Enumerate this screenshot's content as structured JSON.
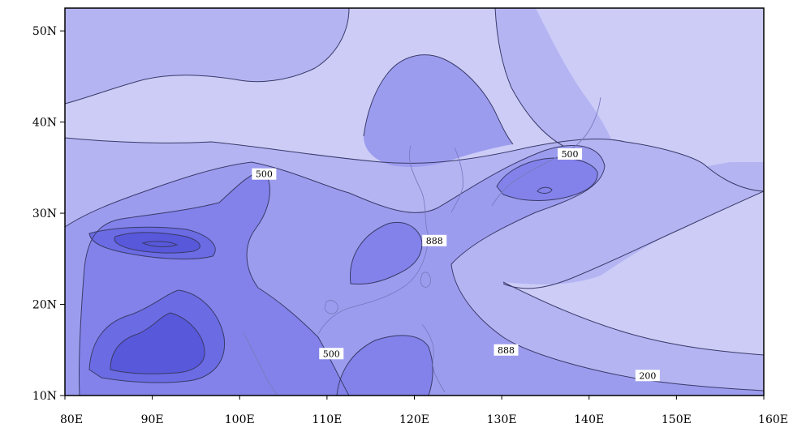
{
  "map": {
    "colors": {
      "level_1": "#ccccf7",
      "level_2": "#b4b4f3",
      "level_3": "#9c9cef",
      "level_4": "#8282ea",
      "level_5": "#6b6be3",
      "level_6": "#5858db",
      "contour_line": "#3a3a6a",
      "coast_line": "#7a7ac0",
      "label_box": "#ffffff"
    },
    "lat_range": [
      10,
      52.5
    ],
    "lon_range": [
      80,
      160
    ],
    "lat_ticks": [
      {
        "value": 50,
        "label": "50N"
      },
      {
        "value": 40,
        "label": "40N"
      },
      {
        "value": 30,
        "label": "30N"
      },
      {
        "value": 20,
        "label": "20N"
      },
      {
        "value": 10,
        "label": "10N"
      }
    ],
    "lon_ticks": [
      {
        "value": 80,
        "label": "80E"
      },
      {
        "value": 90,
        "label": "90E"
      },
      {
        "value": 100,
        "label": "100E"
      },
      {
        "value": 110,
        "label": "110E"
      },
      {
        "value": 120,
        "label": "120E"
      },
      {
        "value": 130,
        "label": "130E"
      },
      {
        "value": 140,
        "label": "140E"
      },
      {
        "value": 150,
        "label": "150E"
      },
      {
        "value": 160,
        "label": "160E"
      }
    ],
    "contour_labels": [
      {
        "text": "500",
        "lon": 102.8,
        "lat": 34.3
      },
      {
        "text": "500",
        "lon": 137.8,
        "lat": 36.5
      },
      {
        "text": "888",
        "lon": 122.3,
        "lat": 27.0
      },
      {
        "text": "500",
        "lon": 110.5,
        "lat": 14.6
      },
      {
        "text": "888",
        "lon": 130.5,
        "lat": 15.0
      },
      {
        "text": "200",
        "lon": 146.7,
        "lat": 12.2
      }
    ]
  }
}
